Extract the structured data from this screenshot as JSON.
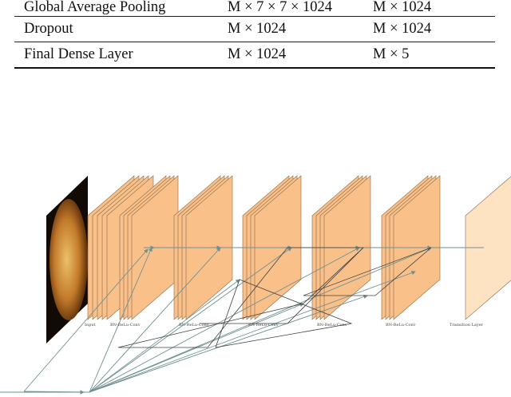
{
  "table": {
    "rows": [
      {
        "layer": "Global Average Pooling",
        "input": "M × 7 × 7 × 1024",
        "output": "M × 1024"
      },
      {
        "layer": "Dropout",
        "input": "M × 1024",
        "output": "M × 1024"
      },
      {
        "layer": "Final Dense Layer",
        "input": "M × 1024",
        "output": "M × 5"
      }
    ]
  },
  "figure": {
    "labels": {
      "input": "Input",
      "block1": "BN-ReLu-Conv",
      "block2": "BN-ReLu-Conv",
      "block3": "BN-ReLu-Conv",
      "block4": "BN-ReLu-Conv",
      "block5": "BN-ReLu-Conv",
      "transition": "Transition Layer"
    },
    "colors": {
      "slab_fill": "#f9c08a",
      "slab_light": "#fde3c2",
      "slab_stroke": "#8a6a48",
      "arrow": "#6f9191",
      "retina_dark": "#1a0e05",
      "retina_mid": "#b86a1f",
      "retina_light": "#e7b35a"
    }
  }
}
